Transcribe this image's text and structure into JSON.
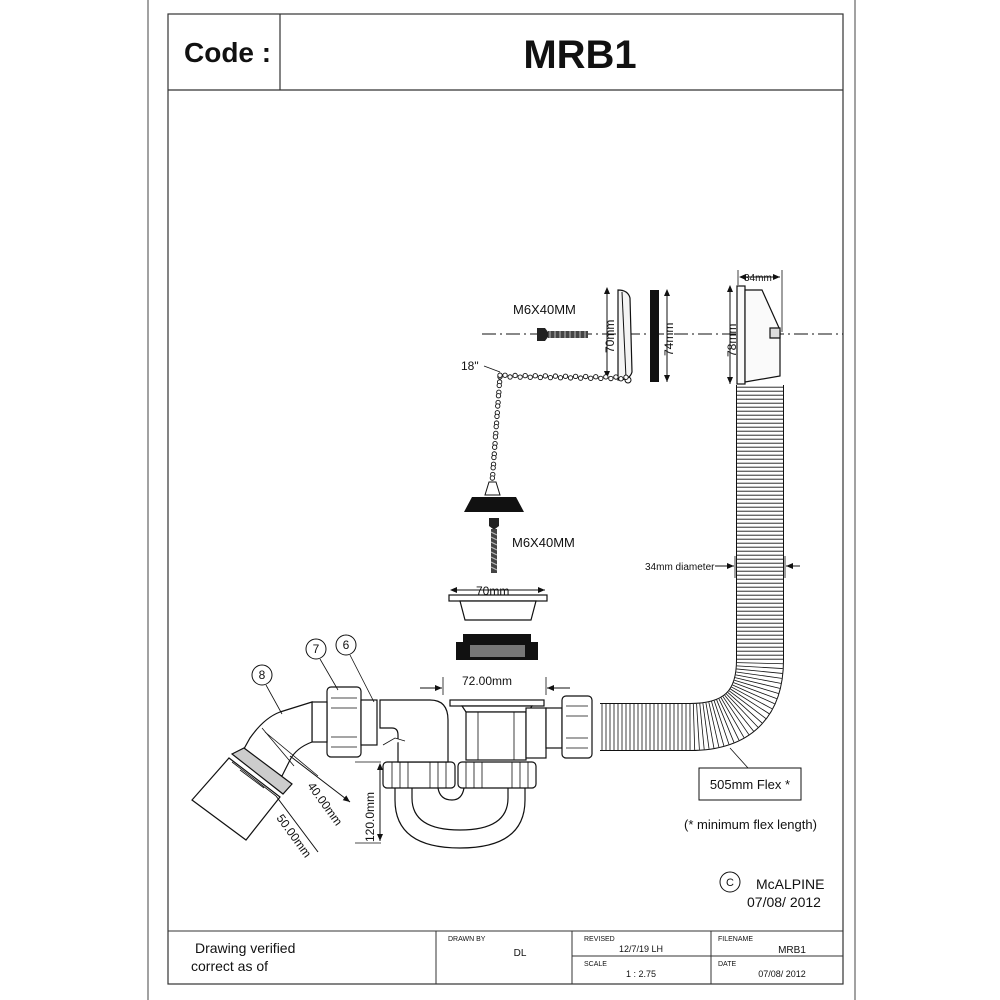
{
  "title_block": {
    "code_label": "Code :",
    "code_value": "MRB1"
  },
  "labels": {
    "screw_top": "M6X40MM",
    "screw_mid": "M6X40MM",
    "chain_length": "18\"",
    "overflow_height_70": "70mm",
    "overflow_height_74": "74mm",
    "overflow_height_78": "78mm",
    "overflow_depth": "34mm",
    "flex_diameter": "34mm diameter",
    "grid_width": "70mm",
    "waste_width": "72.00mm",
    "trap_height": "120.0mm",
    "outlet_40": "40.00mm",
    "outlet_50": "50.00mm",
    "flex_length": "505mm Flex *",
    "flex_note": "(* minimum flex length)",
    "callout_6": "6",
    "callout_7": "7",
    "callout_8": "8"
  },
  "copyright": {
    "symbol": "C",
    "company": "McALPINE",
    "date": "07/08/ 2012"
  },
  "footer": {
    "verified_line1": "Drawing verified",
    "verified_line2": "correct as of",
    "drawn_by_label": "DRAWN BY",
    "drawn_by_value": "DL",
    "revised_label": "REVISED",
    "revised_value": "12/7/19 LH",
    "filename_label": "FILENAME",
    "filename_value": "MRB1",
    "scale_label": "SCALE",
    "scale_value": "1 : 2.75",
    "date_label": "DATE",
    "date_value": "07/08/ 2012"
  }
}
